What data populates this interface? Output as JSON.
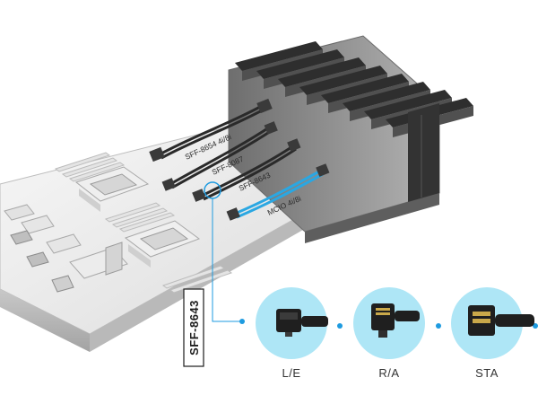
{
  "cable_labels": [
    "SFF-8654 4i/8i",
    "SFF-8087",
    "SFF-8643",
    "MCIO 4i/8i"
  ],
  "callout": {
    "label": "SFF-8643"
  },
  "variants": [
    {
      "label": "L/E",
      "icon": "left-exit-connector-icon"
    },
    {
      "label": "R/A",
      "icon": "right-angle-connector-icon"
    },
    {
      "label": "STA",
      "icon": "straight-connector-icon"
    }
  ],
  "colors": {
    "accent": "#1e9be0",
    "circle_fill": "#aee6f6",
    "chassis": "#8d8d8d"
  }
}
